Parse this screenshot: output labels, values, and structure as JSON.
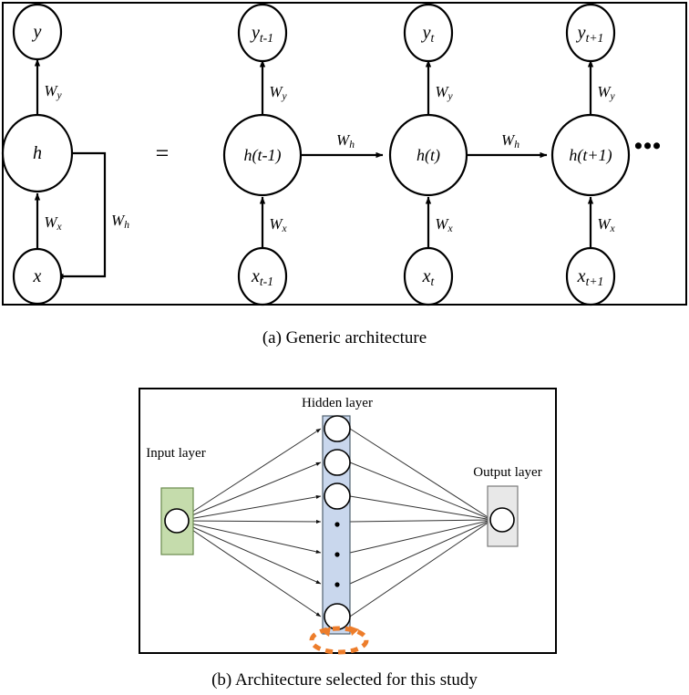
{
  "figure": {
    "panels": [
      {
        "id": "panel-a",
        "caption": "(a) Generic architecture",
        "equals_symbol": "=",
        "ellipsis": "•••",
        "folded": {
          "nodes": [
            {
              "id": "y",
              "label": "y",
              "sub": ""
            },
            {
              "id": "h",
              "label": "h",
              "sub": ""
            },
            {
              "id": "x",
              "label": "x",
              "sub": ""
            }
          ],
          "weights": [
            {
              "id": "wy",
              "base": "W",
              "sub": "y"
            },
            {
              "id": "wx",
              "base": "W",
              "sub": "x"
            },
            {
              "id": "wh",
              "base": "W",
              "sub": "h"
            }
          ]
        },
        "unfolded": {
          "timesteps": [
            {
              "id": "t-minus-1",
              "output": {
                "base": "y",
                "sub": "t-1"
              },
              "hidden": {
                "base": "h(t-1)",
                "sub": ""
              },
              "input": {
                "base": "x",
                "sub": "t-1"
              },
              "w_out": {
                "base": "W",
                "sub": "y"
              },
              "w_in": {
                "base": "W",
                "sub": "x"
              },
              "w_rec": {
                "base": "W",
                "sub": "h"
              }
            },
            {
              "id": "t",
              "output": {
                "base": "y",
                "sub": "t"
              },
              "hidden": {
                "base": "h(t)",
                "sub": ""
              },
              "input": {
                "base": "x",
                "sub": "t"
              },
              "w_out": {
                "base": "W",
                "sub": "y"
              },
              "w_in": {
                "base": "W",
                "sub": "x"
              },
              "w_rec": {
                "base": "W",
                "sub": "h"
              }
            },
            {
              "id": "t-plus-1",
              "output": {
                "base": "y",
                "sub": "t+1"
              },
              "hidden": {
                "base": "h(t+1)",
                "sub": ""
              },
              "input": {
                "base": "x",
                "sub": "t+1"
              },
              "w_out": {
                "base": "W",
                "sub": "y"
              },
              "w_in": {
                "base": "W",
                "sub": "x"
              },
              "w_rec": null
            }
          ]
        }
      },
      {
        "id": "panel-b",
        "caption": "(b) Architecture selected for this study",
        "layers": [
          {
            "id": "input-layer",
            "label": "Input layer",
            "fill": "#c5dcac",
            "stroke": "#6a8a4e",
            "neurons": 1
          },
          {
            "id": "hidden-layer",
            "label": "Hidden layer",
            "fill": "#c9d7ed",
            "stroke": "#51606e",
            "neurons": 4,
            "dots": 3
          },
          {
            "id": "output-layer",
            "label": "Output layer",
            "fill": "#e8e8e8",
            "stroke": "#7a7a7a",
            "neurons": 1
          }
        ],
        "recurrent_marker": {
          "id": "recurrent-loop",
          "color": "#ed7d2b",
          "style": "dashed-ellipse-arrow"
        }
      }
    ]
  },
  "colors": {
    "input_fill": "#c5dcac",
    "input_stroke": "#6a8a4e",
    "hidden_fill": "#c9d7ed",
    "hidden_stroke": "#51606e",
    "output_fill": "#e8e8e8",
    "output_stroke": "#7a7a7a",
    "recurrent_orange": "#ed7d2b",
    "line": "#000000"
  }
}
